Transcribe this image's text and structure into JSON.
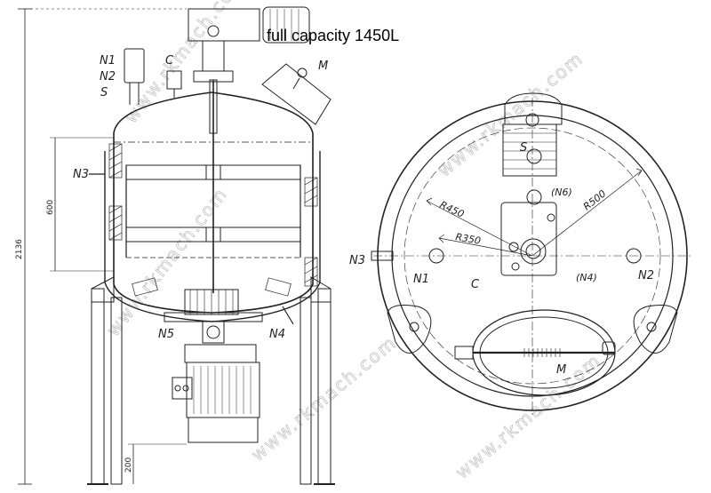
{
  "caption": "full capacity 1450L",
  "watermark": "www.rkmach.com",
  "side_view": {
    "labels": {
      "n1": "N1",
      "n2": "N2",
      "s": "S",
      "c": "C",
      "m": "M",
      "n3": "N3",
      "n4": "N4",
      "n5": "N5"
    },
    "dims": {
      "height_total": "2136",
      "jacket": "600",
      "leg": "200"
    }
  },
  "top_view": {
    "labels": {
      "s": "S",
      "n6": "(N6)",
      "r500": "R500",
      "r450": "R450",
      "r350": "R350",
      "n3": "N3",
      "n1": "N1",
      "c": "C",
      "n4": "(N4)",
      "n2": "N2",
      "m": "M"
    }
  }
}
